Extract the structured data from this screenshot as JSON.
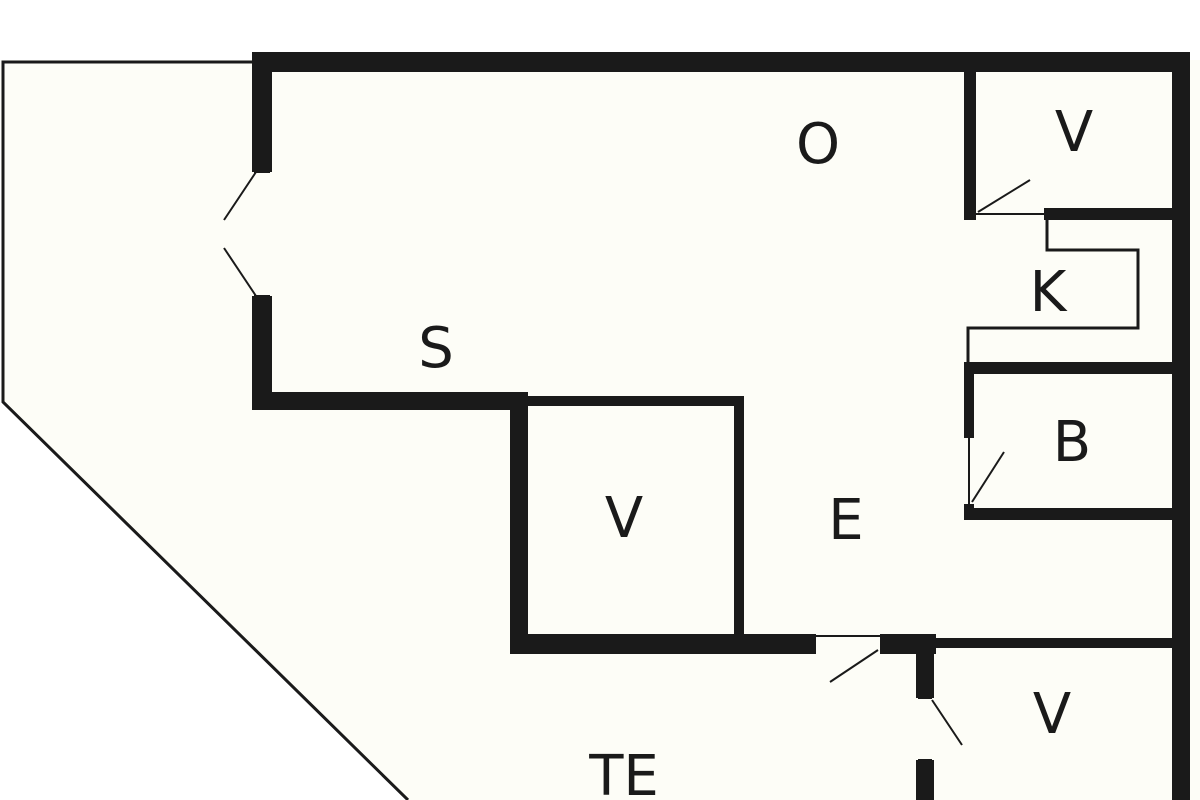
{
  "plan": {
    "rooms": [
      {
        "id": "O",
        "label": "O"
      },
      {
        "id": "S",
        "label": "S"
      },
      {
        "id": "V1",
        "label": "V"
      },
      {
        "id": "K",
        "label": "K"
      },
      {
        "id": "B",
        "label": "B"
      },
      {
        "id": "V2",
        "label": "V"
      },
      {
        "id": "E",
        "label": "E"
      },
      {
        "id": "V3",
        "label": "V"
      },
      {
        "id": "TE",
        "label": "TE"
      }
    ],
    "colors": {
      "wall": "#1a1a1a",
      "floor": "#fdfdf7",
      "background": "#ffffff"
    }
  }
}
